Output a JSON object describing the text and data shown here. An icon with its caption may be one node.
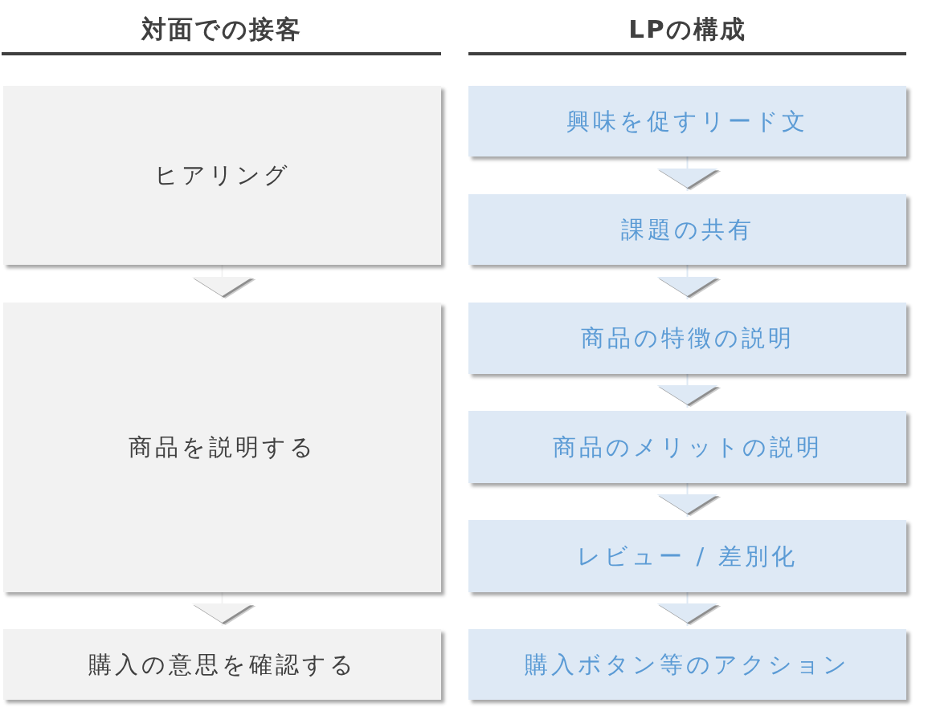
{
  "diagram": {
    "nodes": [
      {
        "text": [
          "ヒアリング"
        ]
      },
      {
        "text": [
          "商品を説明する"
        ]
      },
      {
        "text": [
          "購入の意思を確認する"
        ]
      },
      {
        "text": [
          "興味を促すリード文"
        ]
      },
      {
        "text": [
          "課題の共有"
        ]
      },
      {
        "text": [
          "商品の特徴の説明"
        ]
      },
      {
        "text": [
          "商品のメリットの説明"
        ]
      },
      {
        "text": [
          "レビュー / 差別化"
        ]
      },
      {
        "text": [
          "購入ボタン等のアクション"
        ]
      }
    ],
    "edges": [
      {
        "from": 0,
        "to": 1,
        "arrow": "to",
        "color": "#f2f2f2"
      },
      {
        "from": 1,
        "to": 2,
        "arrow": "to",
        "color": "#f2f2f2"
      },
      {
        "from": 3,
        "to": 4,
        "arrow": "to"
      },
      {
        "from": 4,
        "to": 5,
        "arrow": "to"
      },
      {
        "from": 5,
        "to": 6,
        "arrow": "to"
      },
      {
        "from": 6,
        "to": 7,
        "arrow": "to"
      },
      {
        "from": 7,
        "to": 8,
        "arrow": "to"
      }
    ],
    "labels": [
      "対面での接客",
      "LPの構成"
    ]
  }
}
